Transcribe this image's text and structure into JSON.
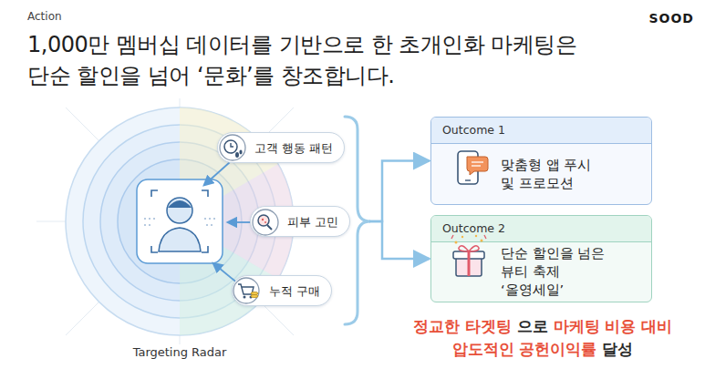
{
  "diagram": {
    "title": "1,000만 멤버십 데이터를 기반으로 한 초개인화 마케팅은 단순 할인을 넘어 ‘문화’를 창조합니다.",
    "nodes": [
      {
        "text": [
          "Targeting Radar"
        ]
      },
      {
        "text": [
          "고객 행동 패턴"
        ],
        "in": 0
      },
      {
        "text": [
          "피부 고민"
        ],
        "in": 0
      },
      {
        "text": [
          "누적 구매"
        ],
        "in": 0
      },
      {
        "text": [
          "Outcome 1",
          "맞춤형 앱 푸시 및 프로모션"
        ]
      },
      {
        "text": [
          "Outcome 2",
          "단순 할인을 넘은 뷰티 축제 ‘올영세일’"
        ]
      }
    ],
    "edges": [
      {
        "from": 0,
        "to": 4,
        "arrow": "to"
      },
      {
        "from": 0,
        "to": 5,
        "arrow": "to"
      }
    ],
    "labels": [
      "Action",
      "SOOD",
      "정교한 타겟팅",
      "으로",
      "마케팅 비용 대비",
      "압도적인 공헌이익률",
      "달성"
    ]
  }
}
